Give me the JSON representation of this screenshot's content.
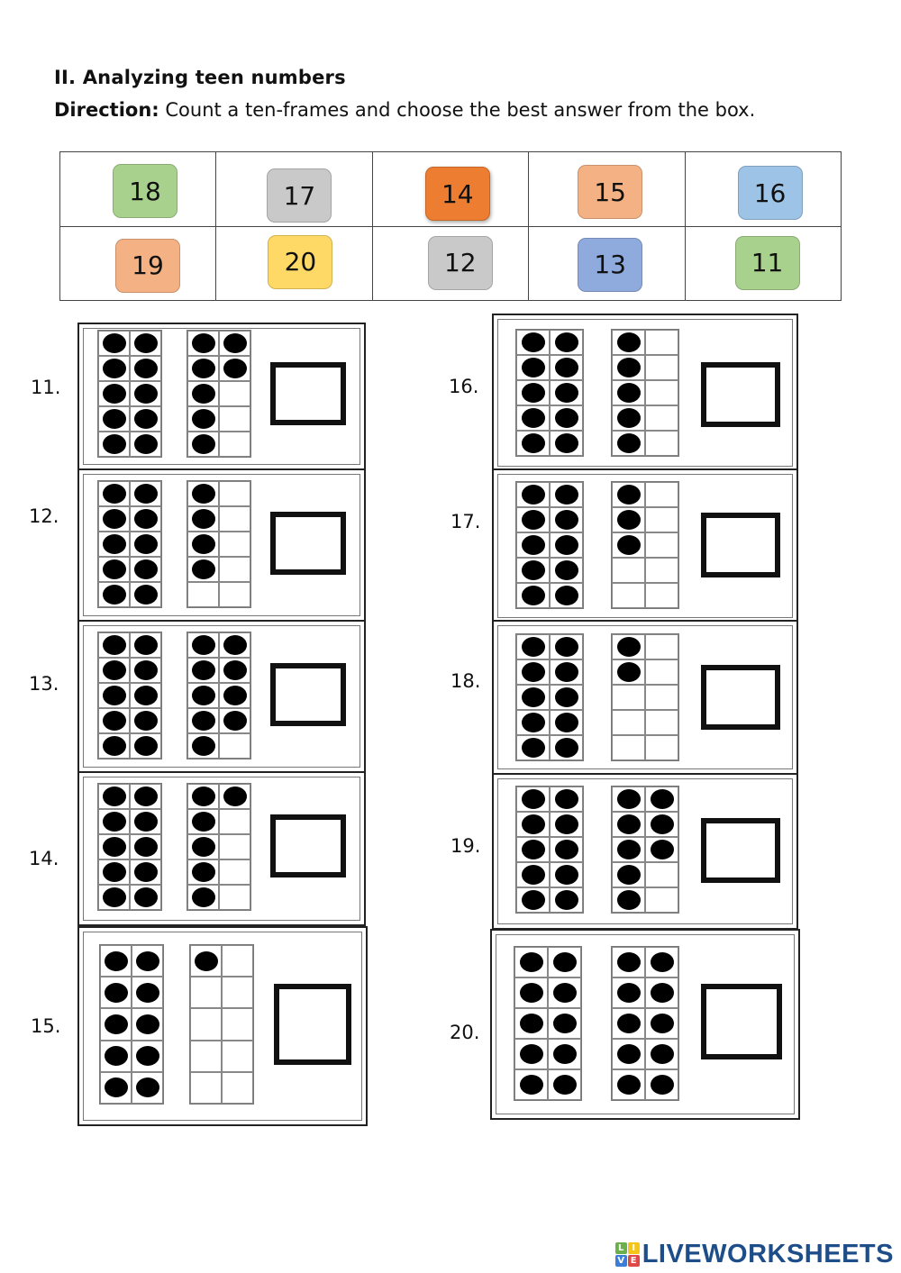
{
  "section_title": "II. Analyzing teen numbers",
  "direction": {
    "label": "Direction:",
    "text": "Count a ten-frames and choose the best answer from the box."
  },
  "answer_box": {
    "rows": [
      [
        {
          "value": "18",
          "color": "#a9d18e"
        },
        {
          "value": "17",
          "color": "#c9c9c9"
        },
        {
          "value": "14",
          "color": "#ed7d31"
        },
        {
          "value": "15",
          "color": "#f4b183"
        },
        {
          "value": "16",
          "color": "#9dc3e6"
        }
      ],
      [
        {
          "value": "19",
          "color": "#f4b183"
        },
        {
          "value": "20",
          "color": "#ffd966"
        },
        {
          "value": "12",
          "color": "#c9c9c9"
        },
        {
          "value": "13",
          "color": "#8faadc"
        },
        {
          "value": "11",
          "color": "#a9d18e"
        }
      ]
    ]
  },
  "questions": [
    {
      "number": "11.",
      "full_frame": 10,
      "second_frame_dots": [
        1,
        1,
        1,
        1,
        1,
        0,
        1,
        0,
        1,
        0
      ],
      "answer": ""
    },
    {
      "number": "12.",
      "full_frame": 10,
      "second_frame_dots": [
        1,
        0,
        1,
        0,
        1,
        0,
        1,
        0,
        0,
        0
      ],
      "answer": ""
    },
    {
      "number": "13.",
      "full_frame": 10,
      "second_frame_dots": [
        1,
        1,
        1,
        1,
        1,
        1,
        1,
        1,
        1,
        0
      ],
      "answer": ""
    },
    {
      "number": "14.",
      "full_frame": 10,
      "second_frame_dots": [
        1,
        1,
        1,
        0,
        1,
        0,
        1,
        0,
        1,
        0
      ],
      "answer": ""
    },
    {
      "number": "15.",
      "full_frame": 10,
      "second_frame_dots": [
        1,
        0,
        0,
        0,
        0,
        0,
        0,
        0,
        0,
        0
      ],
      "answer": ""
    },
    {
      "number": "16.",
      "full_frame": 10,
      "second_frame_dots": [
        1,
        0,
        1,
        0,
        1,
        0,
        1,
        0,
        1,
        0
      ],
      "answer": ""
    },
    {
      "number": "17.",
      "full_frame": 10,
      "second_frame_dots": [
        1,
        0,
        1,
        0,
        1,
        0,
        0,
        0,
        0,
        0
      ],
      "answer": ""
    },
    {
      "number": "18.",
      "full_frame": 10,
      "second_frame_dots": [
        1,
        0,
        1,
        0,
        0,
        0,
        0,
        0,
        0,
        0
      ],
      "answer": ""
    },
    {
      "number": "19.",
      "full_frame": 10,
      "second_frame_dots": [
        1,
        1,
        1,
        1,
        1,
        1,
        1,
        0,
        1,
        0
      ],
      "answer": ""
    },
    {
      "number": "20.",
      "full_frame": 10,
      "second_frame_dots": [
        1,
        1,
        1,
        1,
        1,
        1,
        1,
        1,
        1,
        1
      ],
      "answer": ""
    }
  ],
  "footer": {
    "logo_letters": [
      {
        "char": "L",
        "color": "#6ab04c"
      },
      {
        "char": "I",
        "color": "#f5c518"
      },
      {
        "char": "V",
        "color": "#3b7dd8"
      },
      {
        "char": "E",
        "color": "#e04848"
      }
    ],
    "logo_text": "LIVEWORKSHEETS"
  }
}
